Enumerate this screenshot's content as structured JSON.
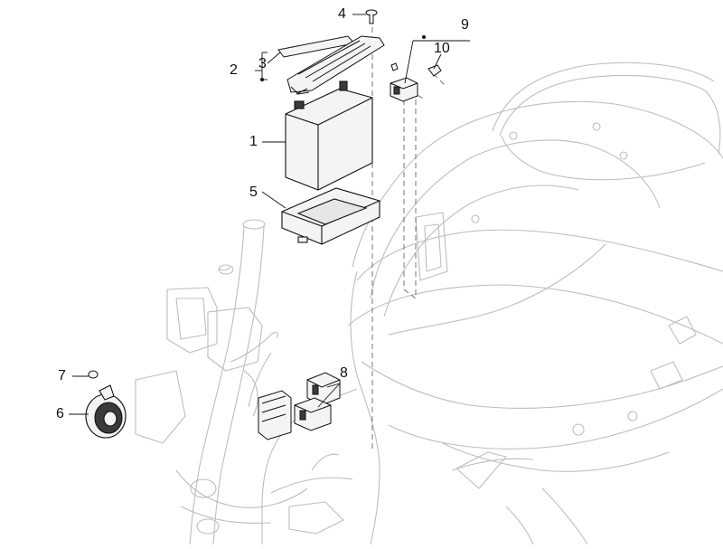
{
  "diagram": {
    "callouts": [
      {
        "id": "c1",
        "label": "1"
      },
      {
        "id": "c2",
        "label": "2"
      },
      {
        "id": "c3",
        "label": "3"
      },
      {
        "id": "c4",
        "label": "4"
      },
      {
        "id": "c5",
        "label": "5"
      },
      {
        "id": "c6",
        "label": "6"
      },
      {
        "id": "c7",
        "label": "7"
      },
      {
        "id": "c8",
        "label": "8"
      },
      {
        "id": "c9",
        "label": "9"
      },
      {
        "id": "c10",
        "label": "10"
      }
    ],
    "colors": {
      "line": "#111111",
      "ghost": "#bdbdbd",
      "part_fill": "#f4f4f4",
      "part_dark": "#3a3a3a"
    }
  }
}
